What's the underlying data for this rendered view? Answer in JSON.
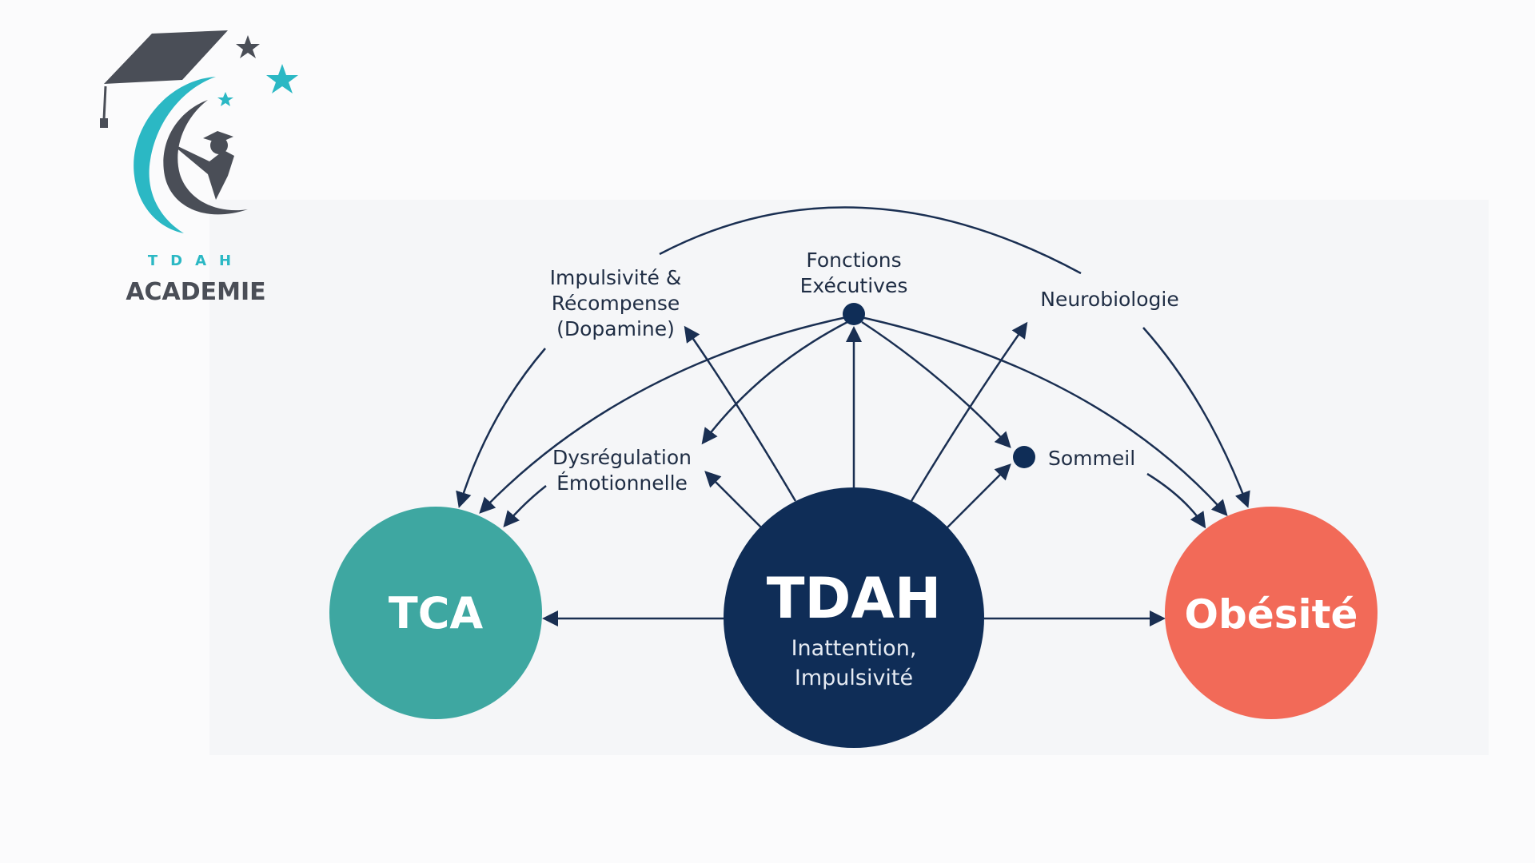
{
  "logo": {
    "line1": "TDAH",
    "line2": "ACADEMIE",
    "colors": {
      "accent": "#2bb8c4",
      "dark": "#4a4e57"
    }
  },
  "diagram": {
    "center": {
      "title": "TDAH",
      "sub1": "Inattention,",
      "sub2": "Impulsivité",
      "color": "#0f2d57"
    },
    "left": {
      "title": "TCA",
      "color": "#3ea7a1"
    },
    "right": {
      "title": "Obésité",
      "color": "#f26a58"
    },
    "labels": {
      "impulsivite1": "Impulsivité &",
      "impulsivite2": "Récompense",
      "impulsivite3": "(Dopamine)",
      "fonctions1": "Fonctions",
      "fonctions2": "Exécutives",
      "neuro": "Neurobiologie",
      "dysreg1": "Dysrégulation",
      "dysreg2": "Émotionnelle",
      "sommeil": "Sommeil"
    },
    "edge_color": "#1a2f52"
  }
}
